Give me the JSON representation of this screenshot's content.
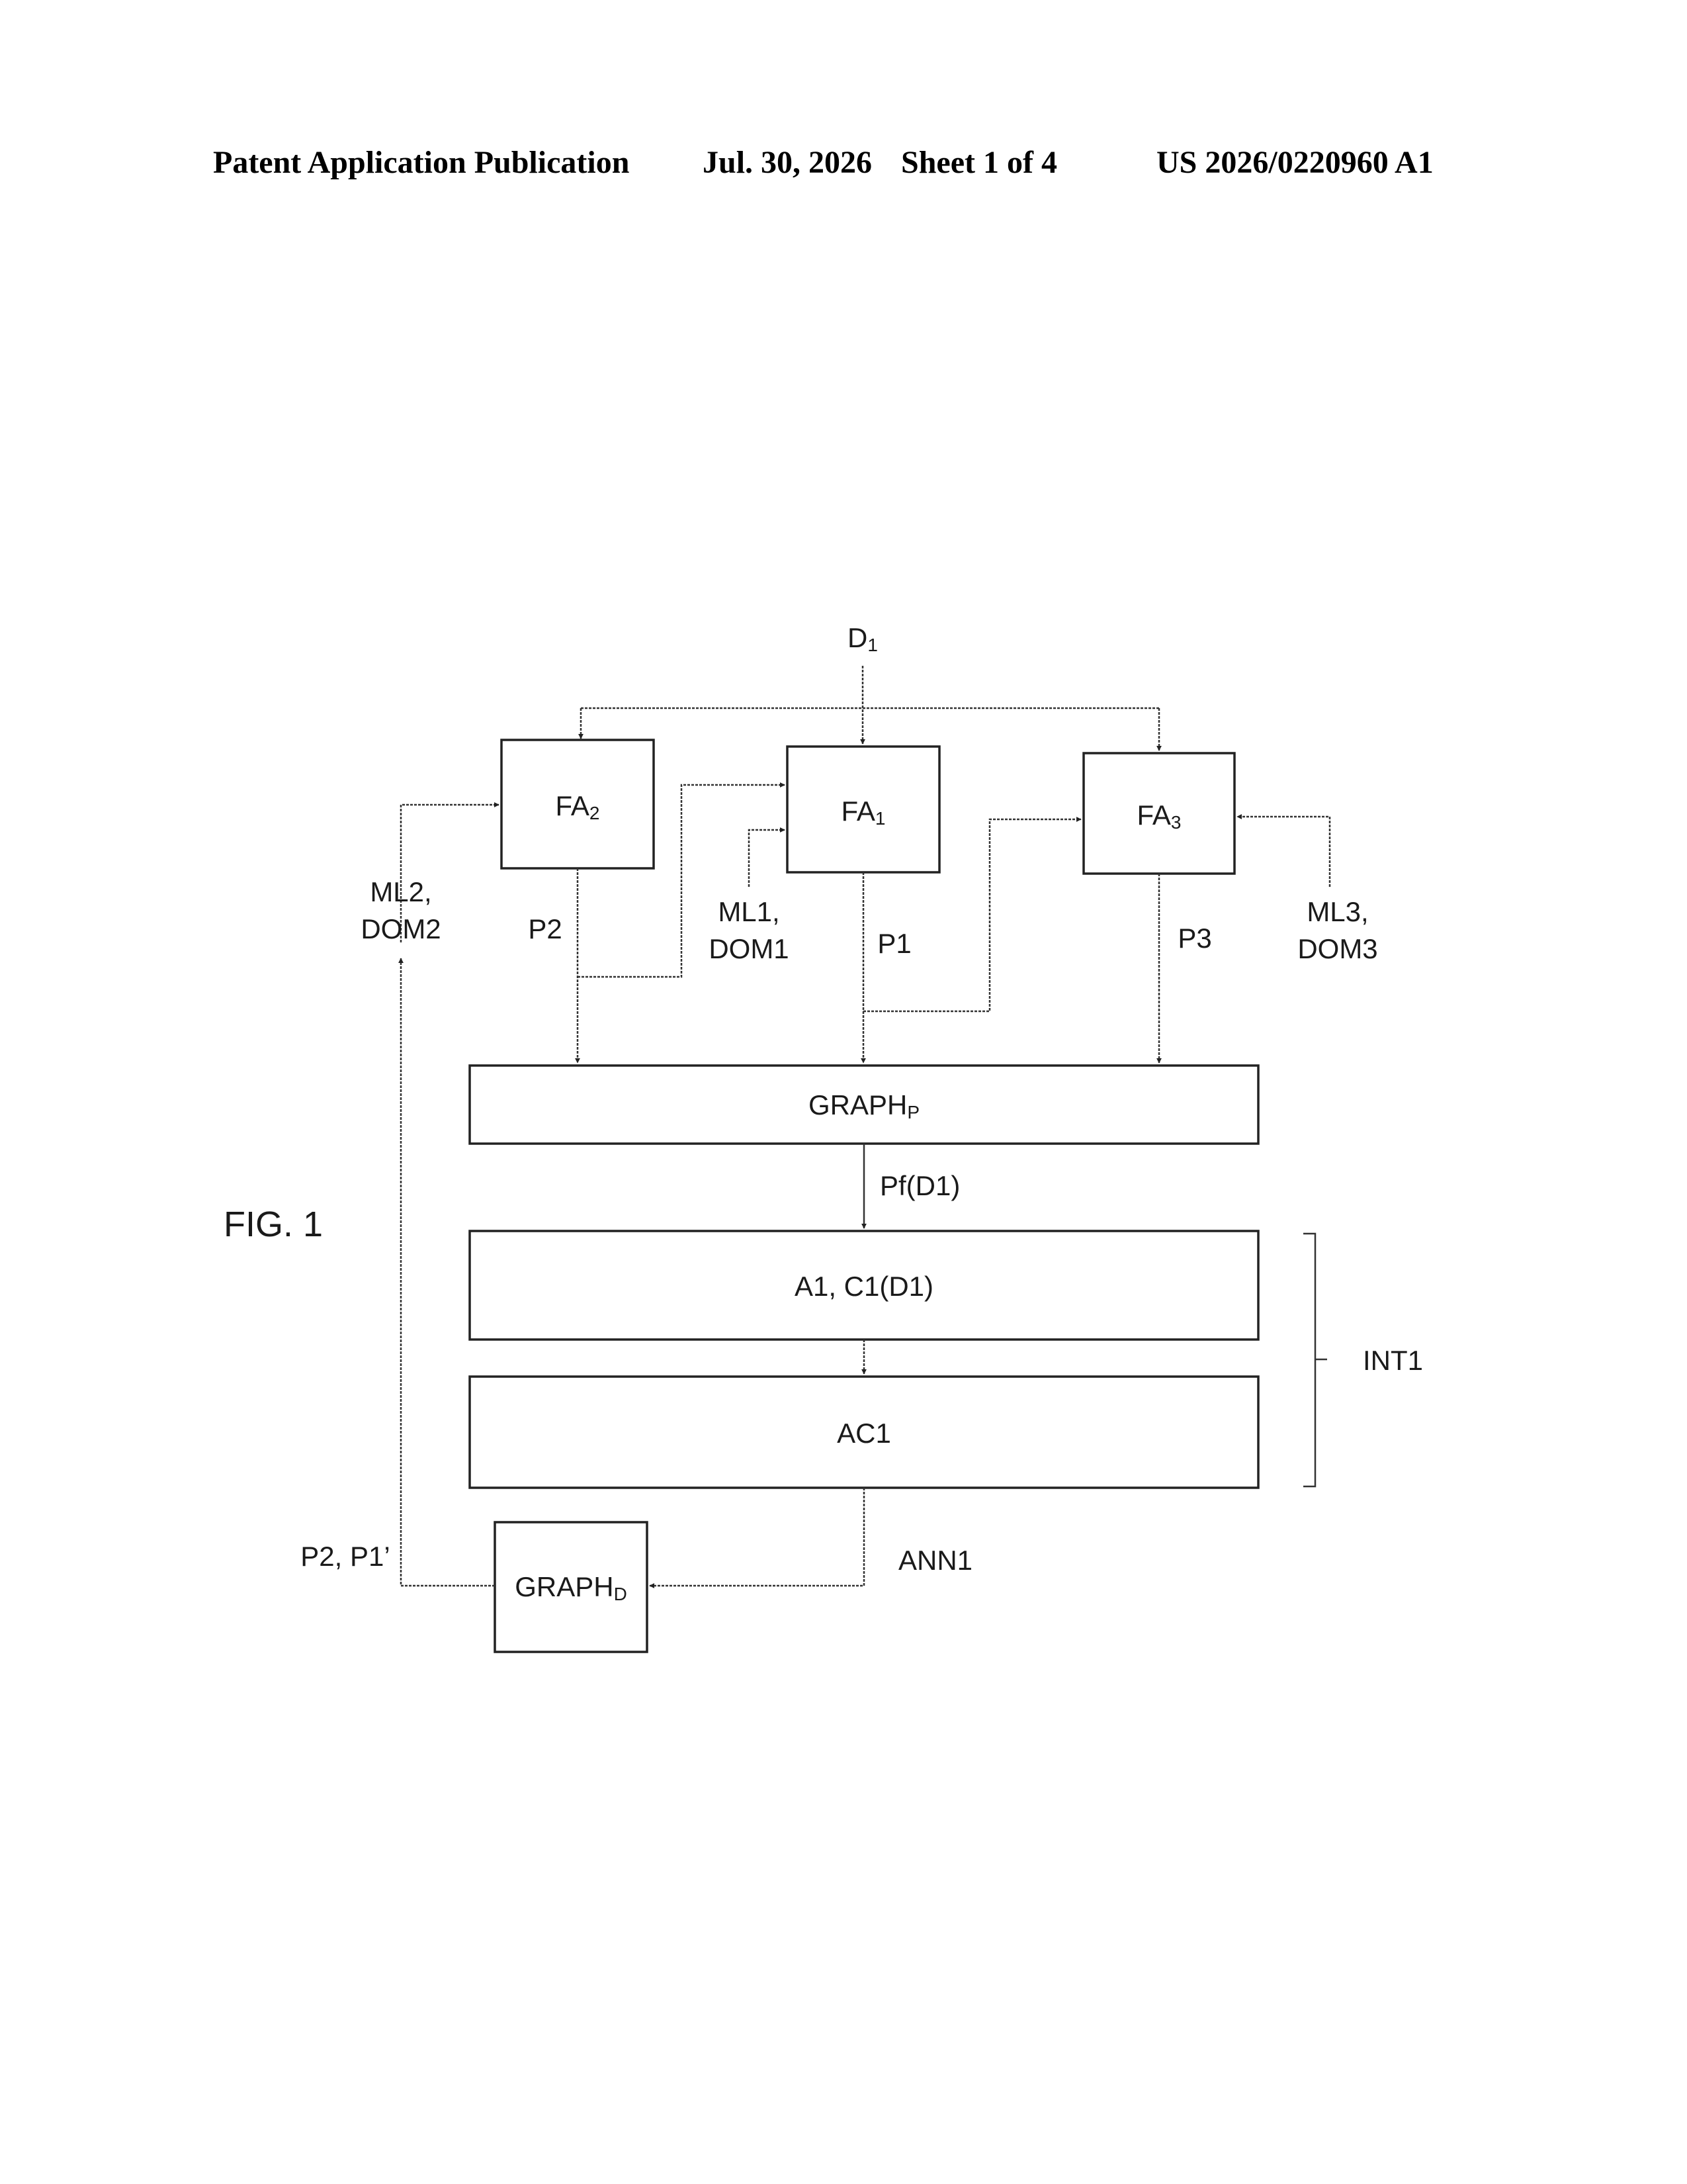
{
  "header": {
    "publication": "Patent Application Publication",
    "date": "Jul. 30, 2026",
    "sheet": "Sheet 1 of 4",
    "number": "US 2026/0220960 A1"
  },
  "figure": {
    "label": "FIG. 1",
    "input": {
      "main": "D",
      "sub": "1"
    },
    "fa2": {
      "main": "FA",
      "sub": "2"
    },
    "fa1": {
      "main": "FA",
      "sub": "1"
    },
    "fa3": {
      "main": "FA",
      "sub": "3"
    },
    "ml2_line1": "ML2,",
    "ml2_line2": "DOM2",
    "ml1_line1": "ML1,",
    "ml1_line2": "DOM1",
    "ml3_line1": "ML3,",
    "ml3_line2": "DOM3",
    "p2": "P2",
    "p1": "P1",
    "p3": "P3",
    "graph_p": {
      "main": "GRAPH",
      "sub": "P"
    },
    "pf": "Pf(D1)",
    "a1c1": "A1, C1(D1)",
    "ac1": "AC1",
    "int1": "INT1",
    "ann1": "ANN1",
    "graph_d": {
      "main": "GRAPH",
      "sub": "D"
    },
    "feedback": "P2, P1’"
  }
}
